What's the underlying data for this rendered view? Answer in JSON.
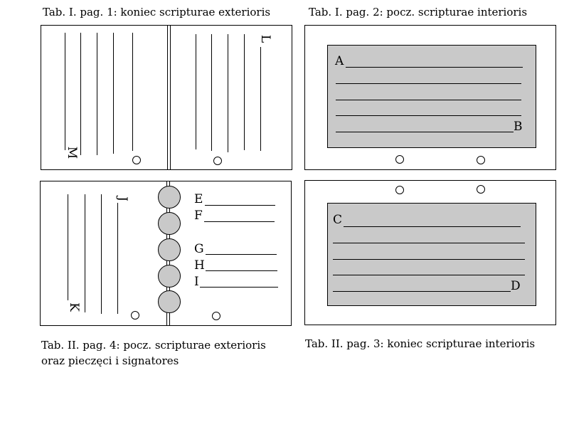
{
  "captions": {
    "tab1_pag1": "Tab. I. pag. 1: koniec scripturae exterioris",
    "tab1_pag2": "Tab. I. pag. 2: pocz. scripturae interioris",
    "tab2_pag4_line1": "Tab. II. pag. 4: pocz. scripturae exterioris",
    "tab2_pag4_line2": "oraz pieczęci i signatores",
    "tab2_pag3": "Tab. II. pag. 3: koniec scripturae interioris"
  },
  "letters": {
    "A": "A",
    "B": "B",
    "C": "C",
    "D": "D",
    "E": "E",
    "F": "F",
    "G": "G",
    "H": "H",
    "I": "I",
    "J": "J",
    "K": "K",
    "L": "L",
    "M": "M"
  },
  "colors": {
    "grey_fill": "#c9c9c9",
    "stroke": "#000000"
  }
}
